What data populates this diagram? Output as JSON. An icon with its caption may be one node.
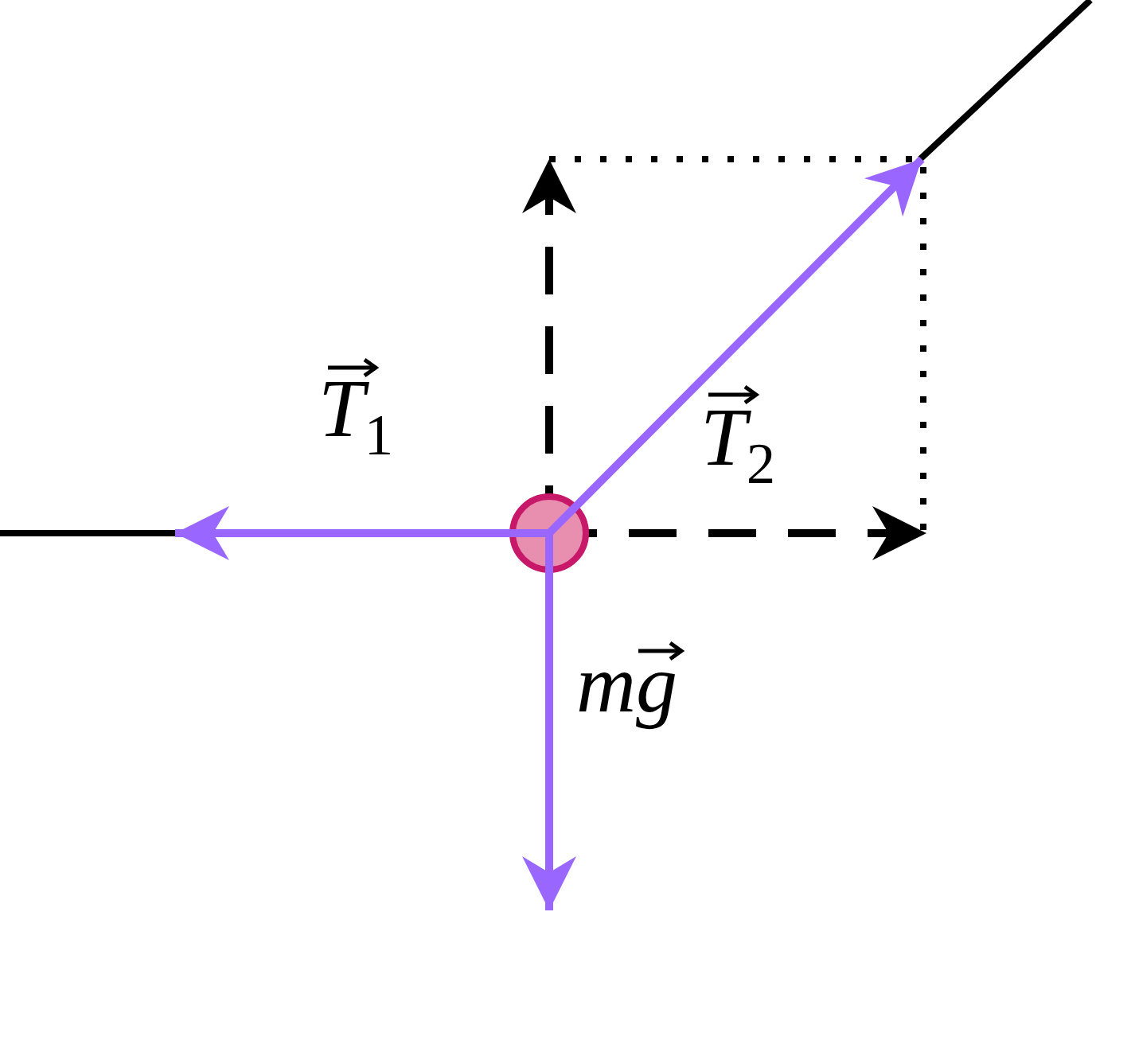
{
  "diagram": {
    "labels": [
      "*T*$_{1}$",
      "*T*$_{2}$",
      "*mg*"
    ]
  }
}
